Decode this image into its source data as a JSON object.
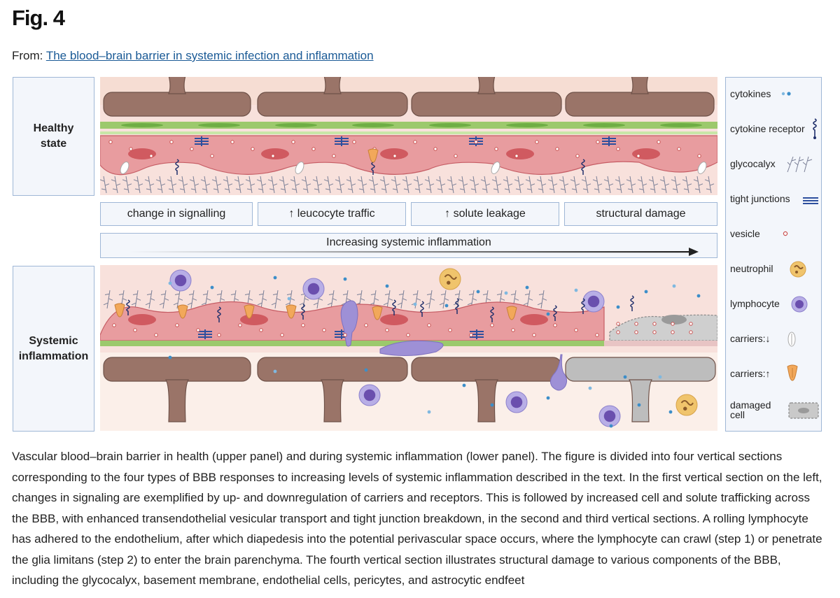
{
  "figure": {
    "title": "Fig. 4",
    "from_label": "From:",
    "source_link": "The blood–brain barrier in systemic infection and inflammation"
  },
  "panels": {
    "healthy_label": "Healthy\nstate",
    "inflamed_label": "Systemic\ninflammation"
  },
  "sections": [
    {
      "label": "change in signalling"
    },
    {
      "label": "↑ leucocyte traffic"
    },
    {
      "label": "↑ solute leakage"
    },
    {
      "label": "structural damage"
    }
  ],
  "gradient_label": "Increasing systemic inflammation",
  "legend": [
    {
      "label": "cytokines",
      "icon": "cytokine-icon"
    },
    {
      "label": "cytokine receptor",
      "icon": "cytokine-receptor-icon"
    },
    {
      "label": "glycocalyx",
      "icon": "glycocalyx-icon"
    },
    {
      "label": "tight junctions",
      "icon": "tight-junction-icon"
    },
    {
      "label": "vesicle",
      "icon": "vesicle-icon"
    },
    {
      "label": "neutrophil",
      "icon": "neutrophil-icon"
    },
    {
      "label": "lymphocyte",
      "icon": "lymphocyte-icon"
    },
    {
      "label": "carriers:↓",
      "icon": "carrier-down-icon"
    },
    {
      "label": "carriers:↑",
      "icon": "carrier-up-icon"
    },
    {
      "label": "damaged\ncell",
      "icon": "damaged-cell-icon"
    }
  ],
  "colors": {
    "endothelium": "#e89c9f",
    "nucleus": "#d05a60",
    "glia": "#9a7468",
    "basement_membrane": "#9cc96c",
    "lumen": "#f8e1dc",
    "lymphocyte": "#9e90d6",
    "neutrophil": "#f0c46c",
    "cytokine": "#3c8ec9",
    "frame": "#9fb7d6"
  },
  "caption": "Vascular blood–brain barrier in health (upper panel) and during systemic inflammation (lower panel). The figure is divided into four vertical sections corresponding to the four types of BBB responses to increasing levels of systemic inflammation described in the text. In the first vertical section on the left, changes in signaling are exemplified by up- and downregulation of carriers and receptors. This is followed by increased cell and solute trafficking across the BBB, with enhanced transendothelial vesicular transport and tight junction breakdown, in the second and third vertical sections. A rolling lymphocyte has adhered to the endothelium, after which diapedesis into the potential perivascular space occurs, where the lymphocyte can crawl (step 1) or penetrate the glia limitans (step 2) to enter the brain parenchyma. The fourth vertical section illustrates structural damage to various components of the BBB, including the glycocalyx, basement membrane, endothelial cells, pericytes, and astrocytic endfeet"
}
